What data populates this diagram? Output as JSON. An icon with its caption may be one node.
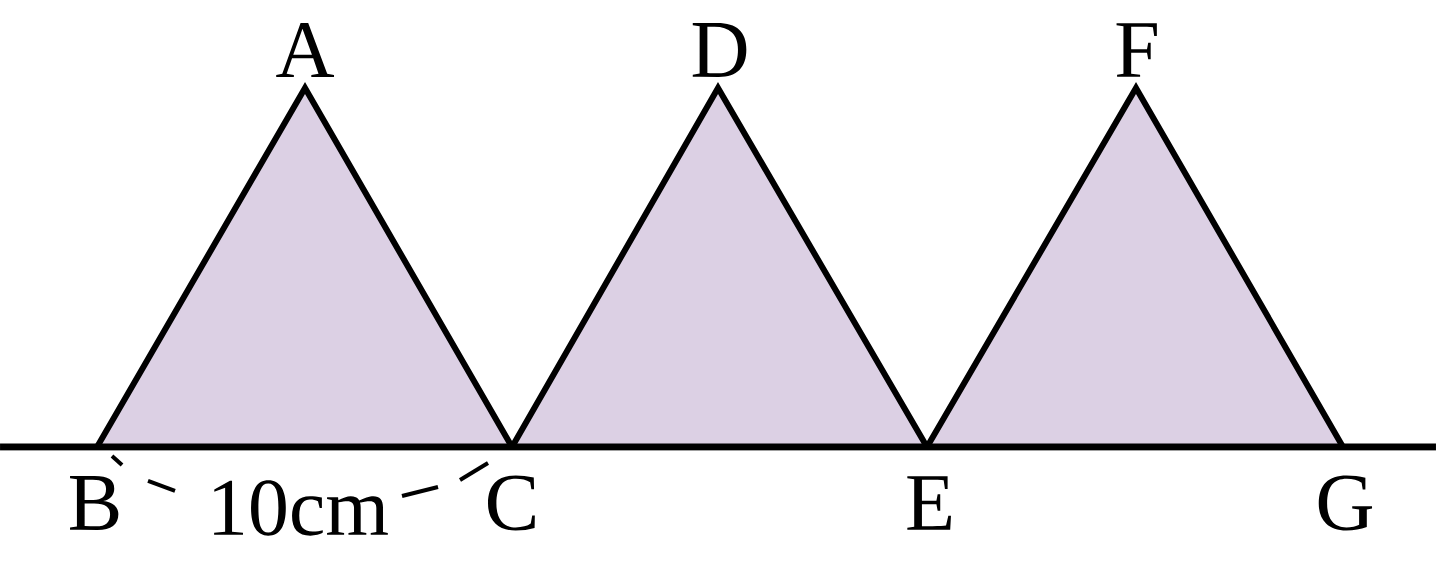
{
  "diagram": {
    "labels": [
      "A",
      "D",
      "F",
      "B",
      "10cm",
      "C",
      "E",
      "G"
    ]
  }
}
